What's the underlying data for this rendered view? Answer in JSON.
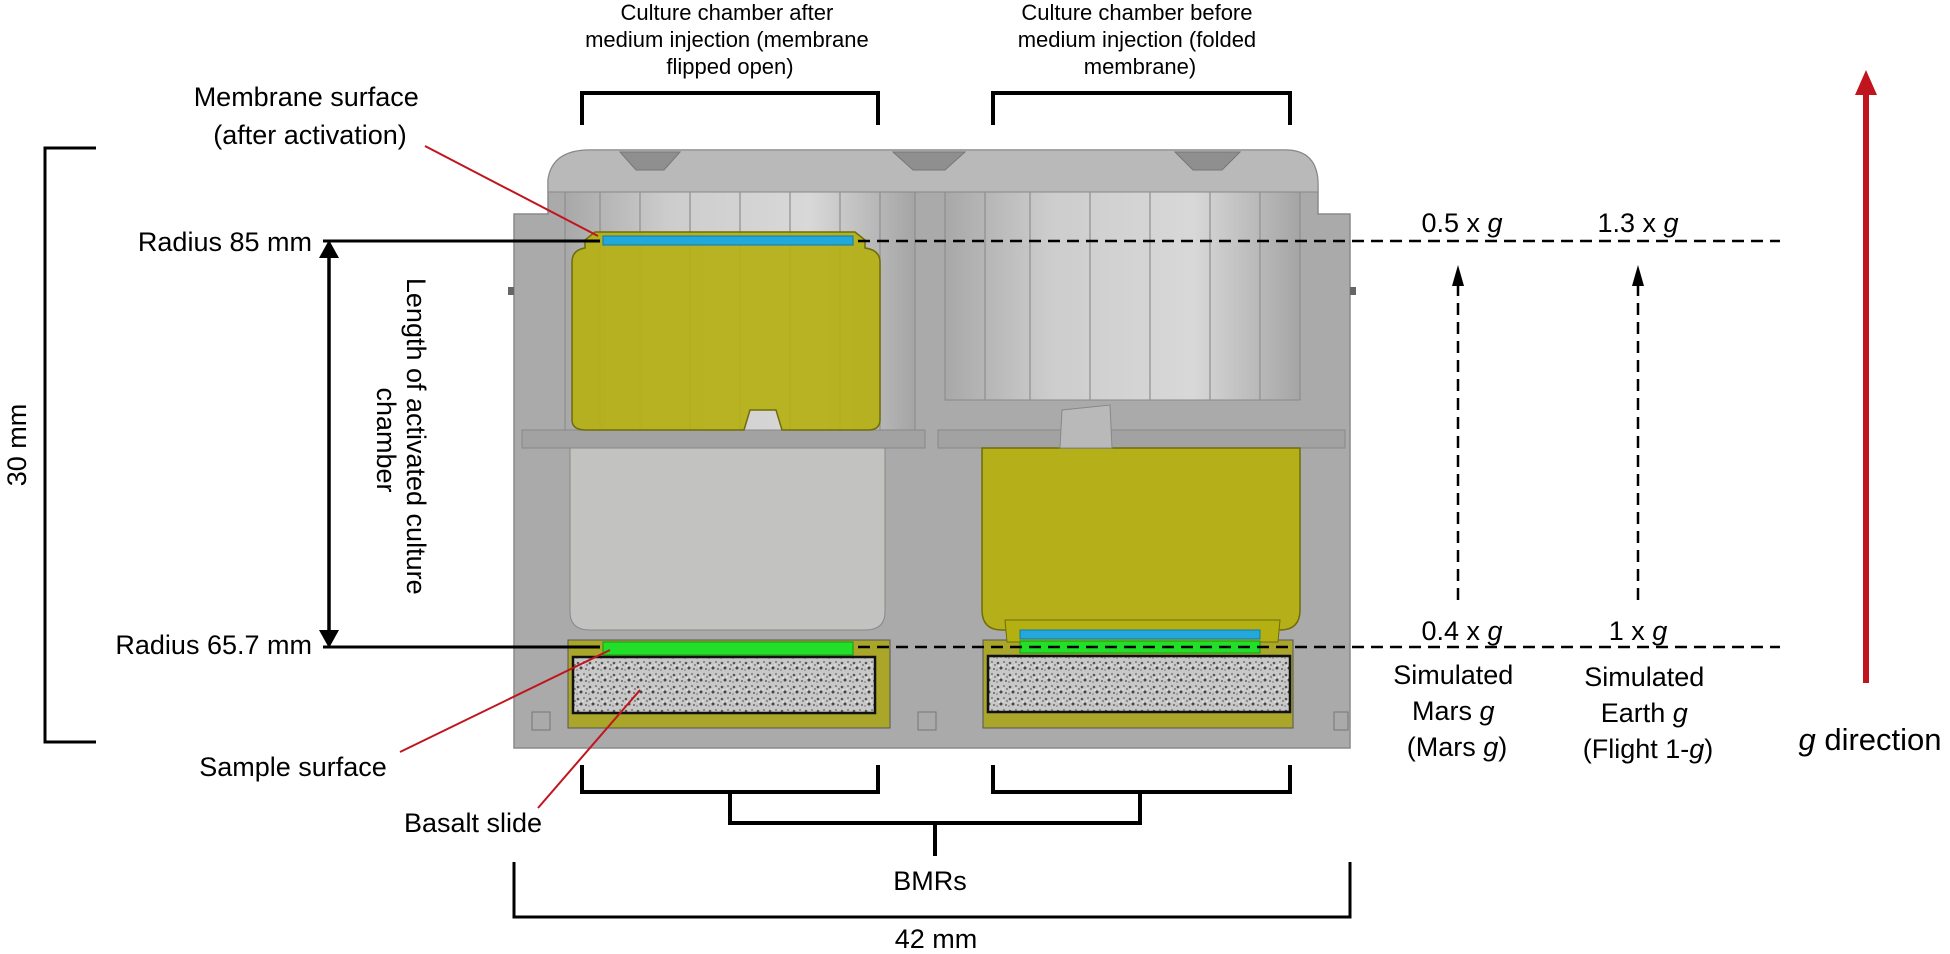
{
  "title_left": [
    "Culture chamber after",
    "medium injection (membrane",
    "flipped open)"
  ],
  "title_right": [
    "Culture chamber before",
    "medium injection (folded",
    "membrane)"
  ],
  "membrane_label": [
    "Membrane surface",
    "(after activation)"
  ],
  "radius_top": "Radius 85 mm",
  "radius_bottom": "Radius 65.7 mm",
  "height_label": "30 mm",
  "chamber_length_label": [
    "Length of activated culture",
    "chamber"
  ],
  "sample_label": "Sample surface",
  "basalt_label": "Basalt slide",
  "bmrs_label": "BMRs",
  "width_label": "42 mm",
  "mars": {
    "top_value": "0.5 x ",
    "bottom_value": "0.4 x ",
    "name": [
      "Simulated",
      "Mars ",
      "(Mars ",
      ")"
    ]
  },
  "earth": {
    "top_value": "1.3 x ",
    "bottom_value": "1 x ",
    "name": [
      "Simulated",
      "Earth ",
      "(Flight 1-",
      ")"
    ]
  },
  "g_symbol": "g",
  "g_direction": " direction",
  "colors": {
    "housing": "#aeaeae",
    "housing_dark": "#9a9a9a",
    "medium_yellow": "#b5b012",
    "membrane_blue": "#22a8dc",
    "sample_green": "#22e02a",
    "annotation_red": "#c0151e"
  }
}
